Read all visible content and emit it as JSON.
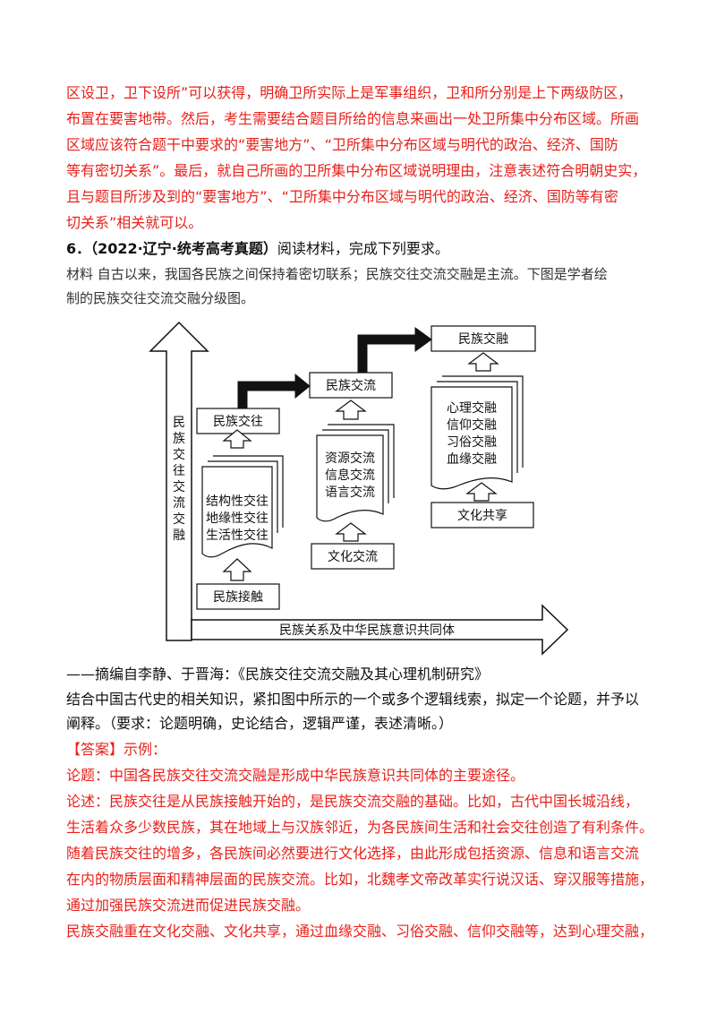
{
  "top_paragraph": [
    "区设卫，卫下设所”可以获得，明确卫所实际上是军事组织，卫和所分别是上下两级防区，",
    "布置在要害地带。然后，考生需要结合题目所给的信息来画出一处卫所集中分布区域。所画",
    "区域应该符合题干中要求的“要害地方”、“卫所集中分布区域与明代的政治、经济、国防",
    "等有密切关系”。最后，就自己所画的卫所集中分布区域说明理由，注意表述符合明朝史实，",
    "且与题目所涉及到的“要害地方”、“卫所集中分布区域与明代的政治、经济、国防等有密",
    "切关系”相关就可以。"
  ],
  "question": {
    "number": "6．",
    "source": "（2022·辽宁·统考高考真题）",
    "prompt": "阅读材料，完成下列要求。"
  },
  "material": [
    "材料  自古以来，我国各民族之间保持着密切联系；民族交往交流交融是主流。下图是学者绘",
    "制的民族交往交流交融分级图。"
  ],
  "diagram": {
    "y_axis_label": [
      "民",
      "族",
      "交",
      "往",
      "交",
      "流",
      "交",
      "融"
    ],
    "x_axis_label": "民族关系及中华民族意识共同体",
    "stage1": {
      "top": "民族交往",
      "doc": [
        "结构性交往",
        "地缘性交往",
        "生活性交往"
      ],
      "base": "民族接触"
    },
    "stage2": {
      "top": "民族交流",
      "doc": [
        "资源交流",
        "信息交流",
        "语言交流"
      ],
      "base": "文化交流"
    },
    "stage3": {
      "top": "民族交融",
      "doc": [
        "心理交融",
        "信仰交融",
        "习俗交融",
        "血缘交融"
      ],
      "base": "文化共享"
    }
  },
  "citation": "——摘编自李静、于晋海：《民族交往交流交融及其心理机制研究》",
  "task": [
    "结合中国古代史的相关知识，紧扣图中所示的一个或多个逻辑线索，拟定一个论题，并予以",
    "阐释。（要求：论题明确，史论结合，逻辑严谨，表述清晰。）"
  ],
  "answer": {
    "tag": "【答案】",
    "tag_suffix": "示例：",
    "lines": [
      "论题：中国各民族交往交流交融是形成中华民族意识共同体的主要途径。",
      "论述：民族交往是从民族接触开始的，是民族交流交融的基础。比如，古代中国长城沿线，",
      "生活着众多少数民族，其在地域上与汉族邻近，为各民族间生活和社会交往创造了有利条件。",
      "随着民族交往的增多，各民族间必然要进行文化选择，由此形成包括资源、信息和语言交流",
      "在内的物质层面和精神层面的民族交流。比如，北魏孝文帝改革实行说汉话、穿汉服等措施，",
      "通过加强民族交流进而促进民族交融。",
      "民族交融重在文化交融、文化共享，通过血缘交融、习俗交融、信仰交融等，达到心理交融，"
    ]
  },
  "colors": {
    "answer_red": "#e8201a",
    "text": "#111111"
  }
}
